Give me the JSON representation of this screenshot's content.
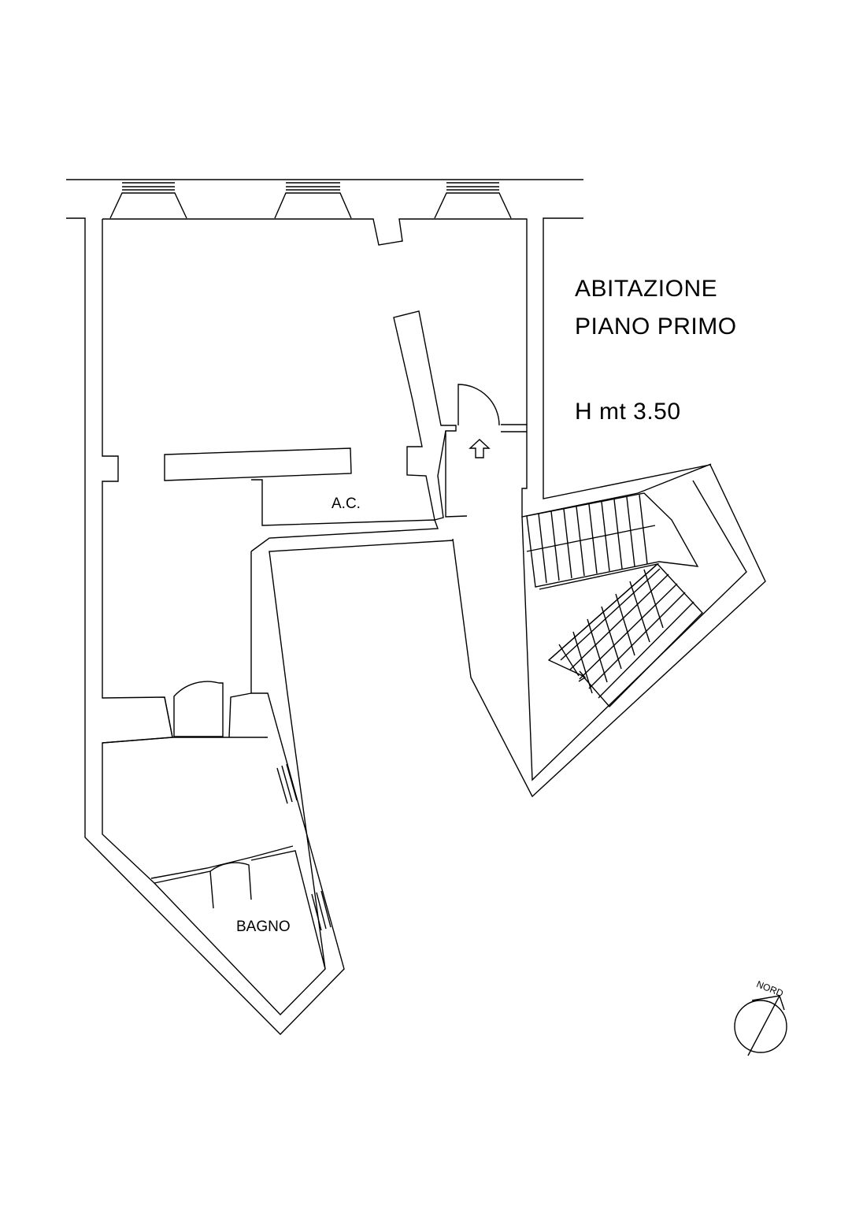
{
  "header": {
    "title_line1": "ABITAZIONE",
    "title_line2": "PIANO PRIMO",
    "height": "H mt 3.50"
  },
  "rooms": {
    "ac": "A.C.",
    "bagno": "BAGNO"
  },
  "compass": {
    "label": "NORD",
    "icon": "north-arrow-icon"
  }
}
